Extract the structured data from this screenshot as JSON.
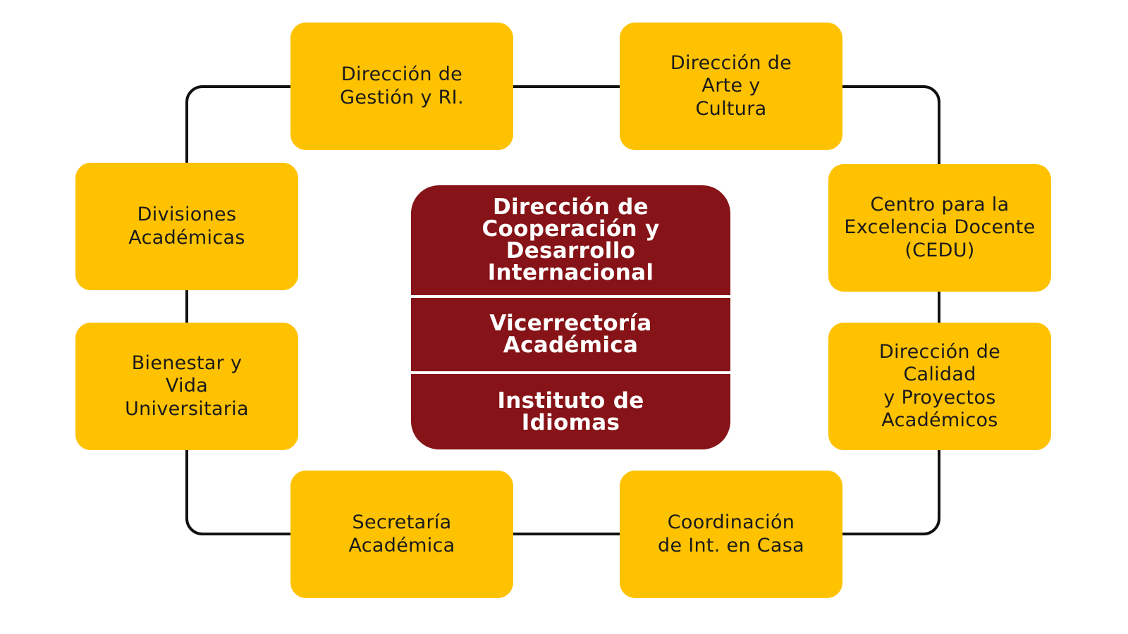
{
  "colors": {
    "node_fill": "#FFC200",
    "center_fill": "#861317",
    "node_text": "#1a1a1a",
    "center_text": "#ffffff",
    "connector": "#111111"
  },
  "center": {
    "sections": [
      {
        "label": "Dirección de\nCooperación y\nDesarrollo\nInternacional"
      },
      {
        "label": "Vicerrectoría\nAcadémica"
      },
      {
        "label": "Instituto de\nIdiomas"
      }
    ]
  },
  "nodes": [
    {
      "id": "gestion-ri",
      "label": "Dirección de\nGestión y RI."
    },
    {
      "id": "arte-cultura",
      "label": "Dirección de\nArte y\nCultura"
    },
    {
      "id": "divisiones-academicas",
      "label": "Divisiones\nAcadémicas"
    },
    {
      "id": "cedu",
      "label": "Centro para la\nExcelencia Docente\n(CEDU)"
    },
    {
      "id": "bienestar",
      "label": "Bienestar y\nVida\nUniversitaria"
    },
    {
      "id": "calidad-proyectos",
      "label": "Dirección de\nCalidad\ny Proyectos\nAcadémicos"
    },
    {
      "id": "secretaria-academica",
      "label": "Secretaría\nAcadémica"
    },
    {
      "id": "int-en-casa",
      "label": "Coordinación\nde Int. en Casa"
    }
  ]
}
